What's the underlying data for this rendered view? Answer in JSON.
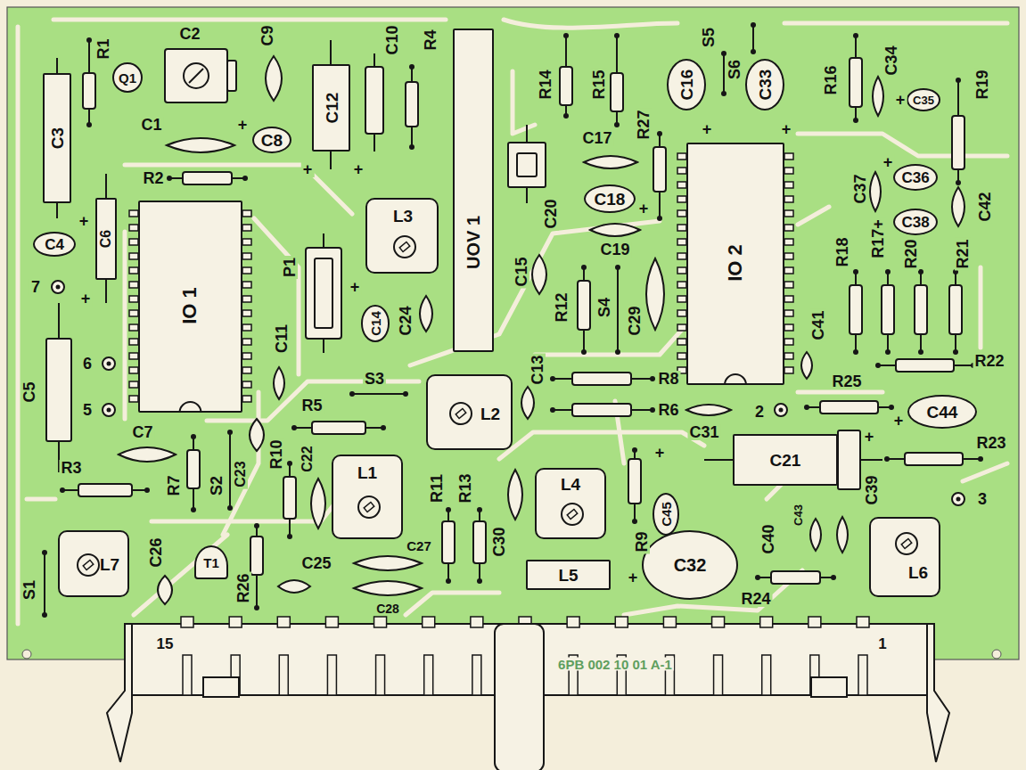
{
  "diagram": {
    "nodes": [
      {
        "text": [
          "Q1"
        ]
      },
      {
        "text": [
          "C3"
        ]
      },
      {
        "text": [
          "C12"
        ]
      },
      {
        "text": [
          "UOV 1"
        ]
      },
      {
        "text": [
          "C16"
        ]
      },
      {
        "text": [
          "C33"
        ]
      },
      {
        "text": [
          "C8"
        ]
      },
      {
        "text": [
          "C35"
        ]
      },
      {
        "text": [
          "C18"
        ]
      },
      {
        "text": [
          "C36"
        ]
      },
      {
        "text": [
          "C6"
        ]
      },
      {
        "text": [
          "IO 1"
        ]
      },
      {
        "text": [
          "L3"
        ]
      },
      {
        "text": [
          "IO 2"
        ]
      },
      {
        "text": [
          "C38"
        ]
      },
      {
        "text": [
          "C4"
        ]
      },
      {
        "text": [
          "C14"
        ]
      },
      {
        "text": [
          "L2"
        ]
      },
      {
        "text": [
          "C44"
        ]
      },
      {
        "text": [
          "C21"
        ]
      },
      {
        "text": [
          "L1"
        ]
      },
      {
        "text": [
          "L4"
        ]
      },
      {
        "text": [
          "C45"
        ]
      },
      {
        "text": [
          "L6"
        ]
      },
      {
        "text": [
          "L7"
        ]
      },
      {
        "text": [
          "T1"
        ]
      },
      {
        "text": [
          "C32"
        ]
      },
      {
        "text": [
          "L5"
        ]
      }
    ],
    "labels": [
      "R1",
      "C2",
      "C9",
      "C1",
      "+",
      "C10",
      "R4",
      "R2",
      "+",
      "+",
      "R14",
      "R15",
      "S5",
      "S6",
      "R16",
      "C34",
      "+",
      "R19",
      "C17",
      "R27",
      "+",
      "+",
      "C20",
      "+",
      "+",
      "C19",
      "C37",
      "+",
      "C42",
      "R17+",
      "7",
      "+",
      "P1",
      "+",
      "C24",
      "C15",
      "R12",
      "S4",
      "C29",
      "R18",
      "R20",
      "R21",
      "C41",
      "6",
      "C11",
      "C13",
      "R8",
      "R22",
      "C5",
      "S3",
      "R5",
      "R25",
      "5",
      "2",
      "R6",
      "C7",
      "C31",
      "+",
      "+",
      "R23",
      "+",
      "C22",
      "C23",
      "R10",
      "R3",
      "R7",
      "S2",
      "R11",
      "R13",
      "C39",
      "3",
      "C43",
      "C27",
      "C30",
      "R9",
      "C40",
      "C26",
      "S1",
      "C25",
      "R26",
      "+",
      "R24",
      "C28",
      "15",
      "1",
      "6PB 002 10 01 A-1"
    ]
  }
}
